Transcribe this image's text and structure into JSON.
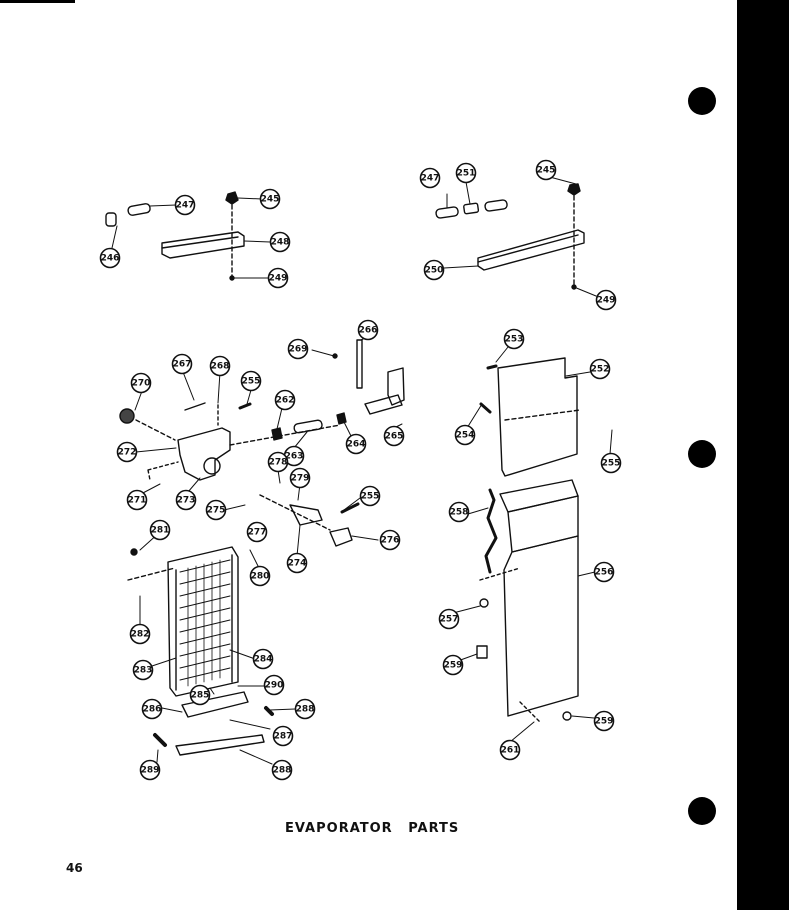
{
  "caption": "EVAPORATOR PARTS",
  "page_number": "46",
  "callouts": [
    {
      "id": "c247a",
      "label": "247"
    },
    {
      "id": "c245a",
      "label": "245"
    },
    {
      "id": "c246",
      "label": "246"
    },
    {
      "id": "c248",
      "label": "248"
    },
    {
      "id": "c249a",
      "label": "249"
    },
    {
      "id": "c247b",
      "label": "247"
    },
    {
      "id": "c251",
      "label": "251"
    },
    {
      "id": "c245b",
      "label": "245"
    },
    {
      "id": "c250",
      "label": "250"
    },
    {
      "id": "c249b",
      "label": "249"
    },
    {
      "id": "c266",
      "label": "266"
    },
    {
      "id": "c269",
      "label": "269"
    },
    {
      "id": "c267",
      "label": "267"
    },
    {
      "id": "c268",
      "label": "268"
    },
    {
      "id": "c255a",
      "label": "255"
    },
    {
      "id": "c270",
      "label": "270"
    },
    {
      "id": "c262",
      "label": "262"
    },
    {
      "id": "c265",
      "label": "265"
    },
    {
      "id": "c264",
      "label": "264"
    },
    {
      "id": "c263",
      "label": "263"
    },
    {
      "id": "c272",
      "label": "272"
    },
    {
      "id": "c278",
      "label": "278"
    },
    {
      "id": "c279",
      "label": "279"
    },
    {
      "id": "c271",
      "label": "271"
    },
    {
      "id": "c273",
      "label": "273"
    },
    {
      "id": "c275",
      "label": "275"
    },
    {
      "id": "c255b",
      "label": "255"
    },
    {
      "id": "c281a",
      "label": "281"
    },
    {
      "id": "c277",
      "label": "277"
    },
    {
      "id": "c276",
      "label": "276"
    },
    {
      "id": "c274",
      "label": "274"
    },
    {
      "id": "c280",
      "label": "280"
    },
    {
      "id": "c282",
      "label": "282"
    },
    {
      "id": "c283",
      "label": "283"
    },
    {
      "id": "c284",
      "label": "284"
    },
    {
      "id": "c290",
      "label": "290"
    },
    {
      "id": "c285",
      "label": "285"
    },
    {
      "id": "c286",
      "label": "286"
    },
    {
      "id": "c288a",
      "label": "288"
    },
    {
      "id": "c287",
      "label": "287"
    },
    {
      "id": "c288b",
      "label": "288"
    },
    {
      "id": "c289",
      "label": "289"
    },
    {
      "id": "c253",
      "label": "253"
    },
    {
      "id": "c252",
      "label": "252"
    },
    {
      "id": "c254",
      "label": "254"
    },
    {
      "id": "c255c",
      "label": "255"
    },
    {
      "id": "c258",
      "label": "258"
    },
    {
      "id": "c256",
      "label": "256"
    },
    {
      "id": "c257",
      "label": "257"
    },
    {
      "id": "c259a",
      "label": "259"
    },
    {
      "id": "c259b",
      "label": "259"
    },
    {
      "id": "c261",
      "label": "261"
    }
  ]
}
